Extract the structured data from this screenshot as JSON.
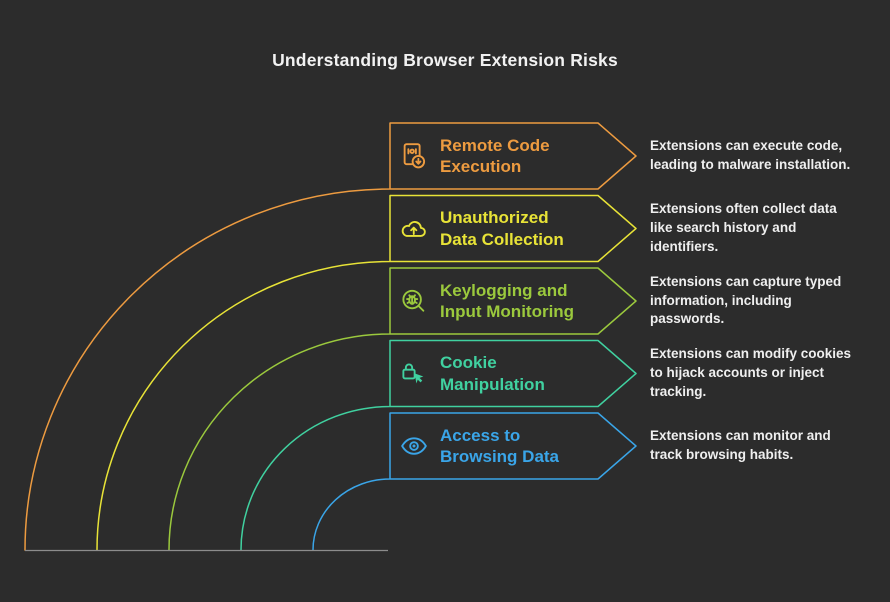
{
  "title": "Understanding Browser Extension Risks",
  "background": "#2C2C2C",
  "baseline_color": "#8C8C8C",
  "items": [
    {
      "title": "Remote Code Execution",
      "description": "Extensions can execute code, leading to malware installation.",
      "color": "#ED9B40",
      "icon": "document-code-download-icon"
    },
    {
      "title": "Unauthorized Data Collection",
      "description": "Extensions often collect data like search history and identifiers.",
      "color": "#E8E337",
      "icon": "cloud-upload-icon"
    },
    {
      "title": "Keylogging and Input Monitoring",
      "description": "Extensions can capture typed information, including passwords.",
      "color": "#9BC93D",
      "icon": "bug-magnifier-icon"
    },
    {
      "title": "Cookie Manipulation",
      "description": "Extensions can modify cookies to hijack accounts or inject tracking.",
      "color": "#40D1A0",
      "icon": "lock-cursor-icon"
    },
    {
      "title": "Access to Browsing Data",
      "description": "Extensions can monitor and track browsing habits.",
      "color": "#3AA5E8",
      "icon": "eye-icon"
    }
  ]
}
